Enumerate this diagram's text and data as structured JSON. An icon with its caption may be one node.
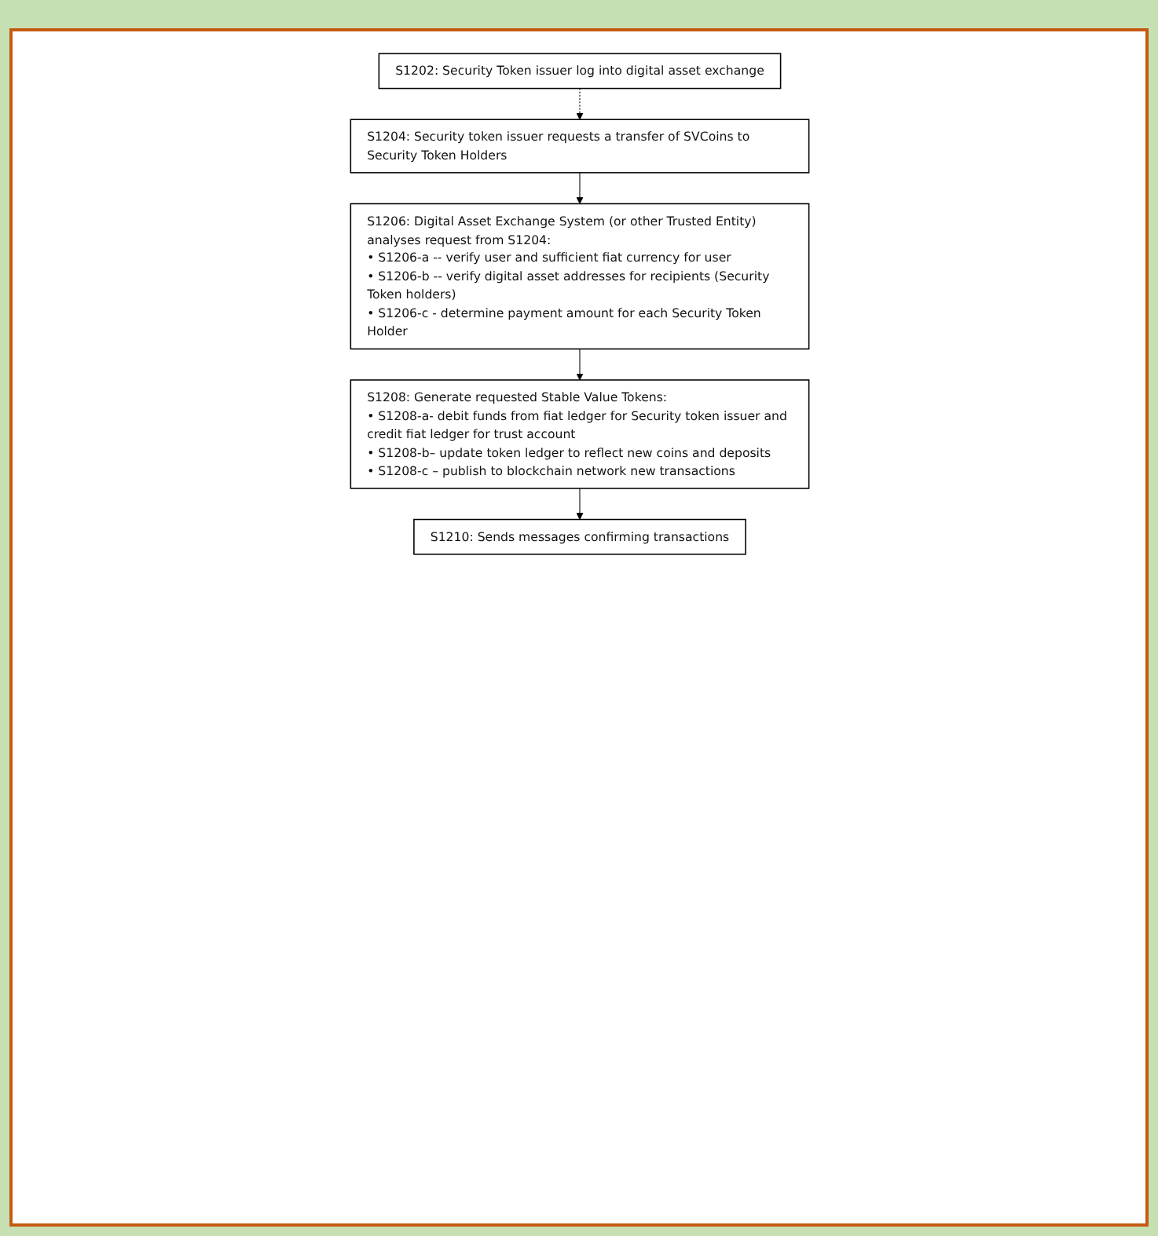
{
  "diagram": {
    "nodes": [
      {
        "text": [
          "S1202: Security Token issuer log into digital asset exchange"
        ]
      },
      {
        "text": [
          "S1204: Security token issuer requests a transfer of SVCoins to Security Token Holders"
        ]
      },
      {
        "text": [
          "S1206: Digital Asset Exchange System (or other Trusted Entity) analyses request from S1204:",
          "• S1206-a -- verify user and sufficient fiat currency for user",
          "• S1206-b -- verify digital asset addresses for recipients (Security Token holders)",
          "• S1206-c - determine payment amount for each Security Token Holder"
        ]
      },
      {
        "text": [
          "S1208: Generate requested Stable Value Tokens:",
          "• S1208-a- debit funds from fiat ledger for Security token issuer and credit fiat ledger for trust account",
          "• S1208-b– update token ledger to reflect new coins and deposits",
          "• S1208-c – publish to blockchain network new transactions"
        ]
      },
      {
        "text": [
          "S1210: Sends messages confirming transactions"
        ]
      }
    ],
    "edges": [
      {
        "from": 0,
        "to": 1,
        "arrow": "to",
        "style": "dashed"
      },
      {
        "from": 1,
        "to": 2,
        "arrow": "to"
      },
      {
        "from": 2,
        "to": 3,
        "arrow": "to"
      },
      {
        "from": 3,
        "to": 4,
        "arrow": "to"
      }
    ]
  }
}
